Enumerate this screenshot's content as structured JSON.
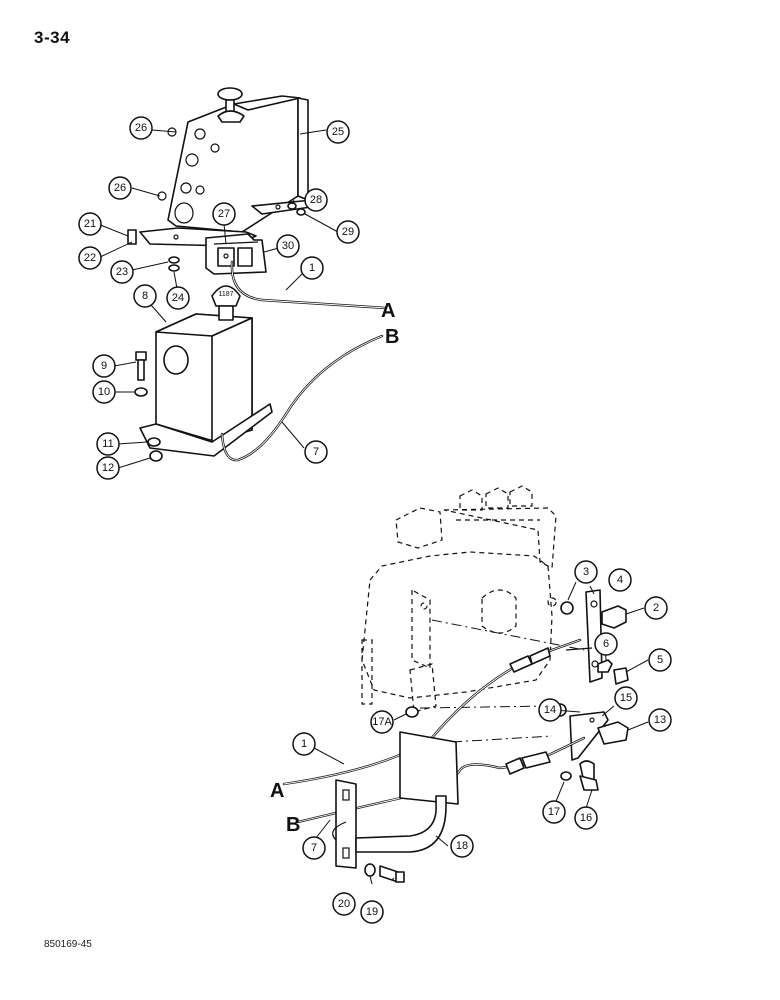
{
  "page": {
    "number": "3-34",
    "drawing_code": "850169-45"
  },
  "cable_ends": {
    "a": "A",
    "b": "B"
  },
  "knob_label": "1187",
  "callouts": [
    {
      "id": "c1",
      "label": "1"
    },
    {
      "id": "c2",
      "label": "2"
    },
    {
      "id": "c3",
      "label": "3"
    },
    {
      "id": "c4",
      "label": "4"
    },
    {
      "id": "c5",
      "label": "5"
    },
    {
      "id": "c6",
      "label": "6"
    },
    {
      "id": "c7",
      "label": "7"
    },
    {
      "id": "c8",
      "label": "8"
    },
    {
      "id": "c9",
      "label": "9"
    },
    {
      "id": "c10",
      "label": "10"
    },
    {
      "id": "c11",
      "label": "11"
    },
    {
      "id": "c12",
      "label": "12"
    },
    {
      "id": "c13",
      "label": "13"
    },
    {
      "id": "c14",
      "label": "14"
    },
    {
      "id": "c15",
      "label": "15"
    },
    {
      "id": "c16",
      "label": "16"
    },
    {
      "id": "c17",
      "label": "17"
    },
    {
      "id": "c17a",
      "label": "17A"
    },
    {
      "id": "c18",
      "label": "18"
    },
    {
      "id": "c19",
      "label": "19"
    },
    {
      "id": "c20",
      "label": "20"
    },
    {
      "id": "c21",
      "label": "21"
    },
    {
      "id": "c22",
      "label": "22"
    },
    {
      "id": "c23",
      "label": "23"
    },
    {
      "id": "c24",
      "label": "24"
    },
    {
      "id": "c25",
      "label": "25"
    },
    {
      "id": "c26a",
      "label": "26"
    },
    {
      "id": "c26b",
      "label": "26"
    },
    {
      "id": "c27",
      "label": "27"
    },
    {
      "id": "c28",
      "label": "28"
    },
    {
      "id": "c29",
      "label": "29"
    },
    {
      "id": "c30",
      "label": "30"
    },
    {
      "id": "c1b",
      "label": "1"
    },
    {
      "id": "c7b",
      "label": "7"
    }
  ]
}
